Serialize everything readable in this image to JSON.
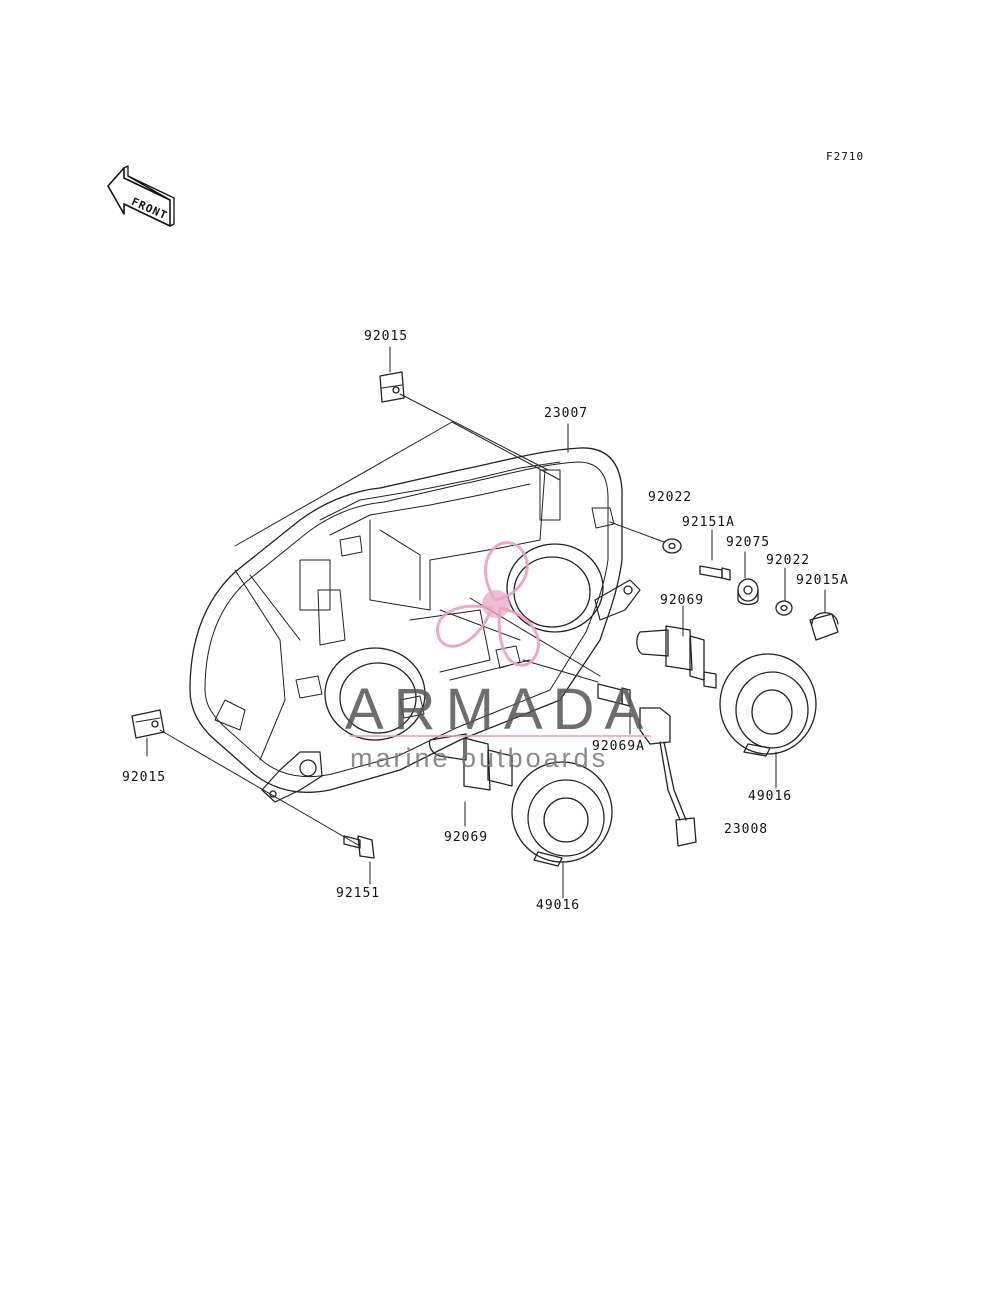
{
  "figure_code": "F2710",
  "front_arrow_text": "FRONT",
  "watermark": {
    "title": "ARMADA",
    "subtitle": "marine outboards",
    "accent_color": "#e8a0c0"
  },
  "part_labels": [
    {
      "id": "l-92015-top",
      "text": "92015"
    },
    {
      "id": "l-23007",
      "text": "23007"
    },
    {
      "id": "l-92022-a",
      "text": "92022"
    },
    {
      "id": "l-92151A",
      "text": "92151A"
    },
    {
      "id": "l-92075",
      "text": "92075"
    },
    {
      "id": "l-92022-b",
      "text": "92022"
    },
    {
      "id": "l-92015A",
      "text": "92015A"
    },
    {
      "id": "l-92069-r",
      "text": "92069"
    },
    {
      "id": "l-92069A",
      "text": "92069A"
    },
    {
      "id": "l-49016-r",
      "text": "49016"
    },
    {
      "id": "l-23008",
      "text": "23008"
    },
    {
      "id": "l-92015-left",
      "text": "92015"
    },
    {
      "id": "l-92069-b",
      "text": "92069"
    },
    {
      "id": "l-49016-b",
      "text": "49016"
    },
    {
      "id": "l-92151",
      "text": "92151"
    }
  ]
}
